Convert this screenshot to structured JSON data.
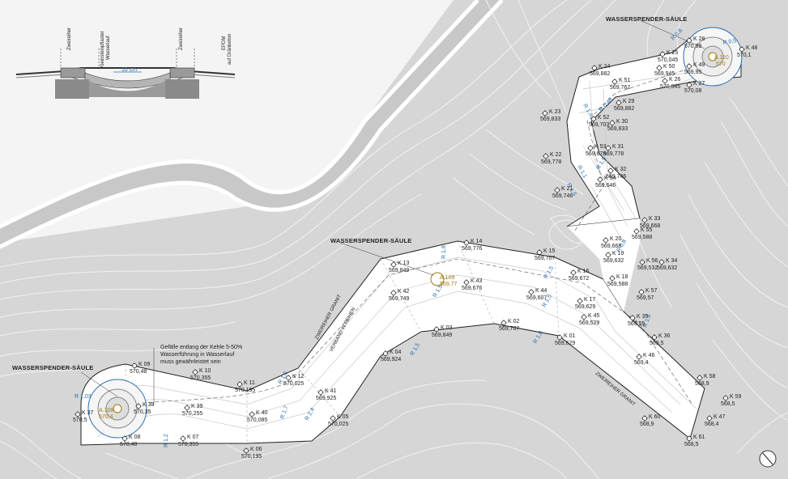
{
  "titles": {
    "fountain_top": "WASSERSPENDER-SÄULE",
    "fountain_mid": "WASSERSPENDER-SÄULE",
    "fountain_left": "WASSERSPENDER-SÄULE"
  },
  "note": {
    "line1": "Gefälle entlang der Kehle 5-50%",
    "line2": "Wasserführung in Wasserlauf",
    "line3": "muss gewährleistet sein"
  },
  "paving": {
    "zweireiher_1": "ZWEIREIHER GRANIT",
    "verband": "VERBAND IN REIHEN",
    "zweireiher_2": "ZWEIREIHER GRANIT"
  },
  "section": {
    "zweireiher_left": "Zweireiher",
    "kleinstein_1": "Kleinsteinpflaster",
    "kleinstein_2": "Wasserlauf",
    "zweireiher_right": "Zweireiher",
    "epdm_1": "EPDM",
    "epdm_2": "auf Dränbeton",
    "dim": "10 cm"
  },
  "fountains": {
    "a108_name": "A.108",
    "a108_val": "570,4",
    "a109_name": "A.109",
    "a109_val": "569,77",
    "a110_name": "A.110",
    "a110_val": "570"
  },
  "radii": [
    "R 1,03",
    "R 1,2",
    "R 1,7",
    "R 2,4",
    "R 1,5",
    "R 1,8",
    "R 1,5",
    "R 1,8",
    "R 1,5",
    "R 1,5",
    "R 1,6",
    "R 0,8",
    "R 1,5",
    "R 1,5",
    "R 1,4",
    "R 1,1",
    "R 0,8",
    "R 0,48",
    "R 0,5",
    "R 1,5"
  ],
  "points": [
    {
      "k": "K 09",
      "v": "570,48"
    },
    {
      "k": "K 10",
      "v": "570,355"
    },
    {
      "k": "K 11",
      "v": "570,195"
    },
    {
      "k": "K 12",
      "v": "570,025"
    },
    {
      "k": "K 38",
      "v": "570,35"
    },
    {
      "k": "K 39",
      "v": "570,255"
    },
    {
      "k": "K 40",
      "v": "570,085"
    },
    {
      "k": "K 41",
      "v": "569,925"
    },
    {
      "k": "K 37",
      "v": "570,5"
    },
    {
      "k": "K 08",
      "v": "570,48"
    },
    {
      "k": "K 07",
      "v": "570,355"
    },
    {
      "k": "K 06",
      "v": "570,195"
    },
    {
      "k": "K 05",
      "v": "570,025"
    },
    {
      "k": "K 04",
      "v": "569,924"
    },
    {
      "k": "K 03",
      "v": "569,849"
    },
    {
      "k": "K 02",
      "v": "569,707"
    },
    {
      "k": "K 01",
      "v": "569,629"
    },
    {
      "k": "K 13",
      "v": "569,849"
    },
    {
      "k": "K 42",
      "v": "569,749"
    },
    {
      "k": "K 43",
      "v": "569,676"
    },
    {
      "k": "K 14",
      "v": "569,776"
    },
    {
      "k": "K 44",
      "v": "569,607"
    },
    {
      "k": "K 15",
      "v": "569,707"
    },
    {
      "k": "K 16",
      "v": "569,672"
    },
    {
      "k": "K 17",
      "v": "569,629"
    },
    {
      "k": "K 45",
      "v": "569,529"
    },
    {
      "k": "K 18",
      "v": "569,588"
    },
    {
      "k": "K 19",
      "v": "569,632"
    },
    {
      "k": "K 20",
      "v": "569,668"
    },
    {
      "k": "K 21",
      "v": "569,746"
    },
    {
      "k": "K 22",
      "v": "569,778"
    },
    {
      "k": "K 23",
      "v": "569,833"
    },
    {
      "k": "K 24",
      "v": "569,882"
    },
    {
      "k": "K 25",
      "v": "570,045"
    },
    {
      "k": "K 26",
      "v": "570,045"
    },
    {
      "k": "K 27",
      "v": "570,08"
    },
    {
      "k": "K 28",
      "v": "570,09"
    },
    {
      "k": "K 29",
      "v": "569,882"
    },
    {
      "k": "K 30",
      "v": "569,833"
    },
    {
      "k": "K 31",
      "v": "569,778"
    },
    {
      "k": "K 32",
      "v": "569,746"
    },
    {
      "k": "K 33",
      "v": "569,668"
    },
    {
      "k": "K 34",
      "v": "569,632"
    },
    {
      "k": "K 35",
      "v": "569,55"
    },
    {
      "k": "K 36",
      "v": "569,5"
    },
    {
      "k": "K 46",
      "v": "569,4"
    },
    {
      "k": "K 47",
      "v": "568,4"
    },
    {
      "k": "K 48",
      "v": "570,1"
    },
    {
      "k": "K 49",
      "v": "569,95"
    },
    {
      "k": "K 50",
      "v": "569,945"
    },
    {
      "k": "K 51",
      "v": "569,762"
    },
    {
      "k": "K 52",
      "v": "569,703"
    },
    {
      "k": "K 53",
      "v": "569,678"
    },
    {
      "k": "K 54",
      "v": "569,646"
    },
    {
      "k": "K 55",
      "v": "569,588"
    },
    {
      "k": "K 56",
      "v": "569,532"
    },
    {
      "k": "K 57",
      "v": "569,57"
    },
    {
      "k": "K 58",
      "v": "568,9"
    },
    {
      "k": "K 59",
      "v": "568,5"
    },
    {
      "k": "K 60",
      "v": "568,9"
    },
    {
      "k": "K 61",
      "v": "568,5"
    }
  ]
}
